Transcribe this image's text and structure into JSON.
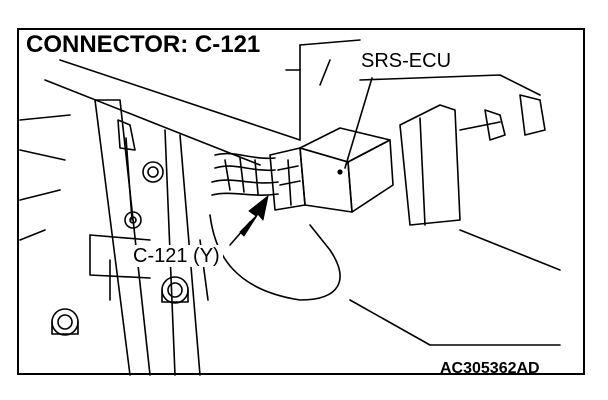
{
  "title": "CONNECTOR: C-121",
  "callouts": {
    "ecu": "SRS-ECU",
    "connector": "C-121 (Y)"
  },
  "figure_code": "AC305362AD",
  "colors": {
    "line": "#000000",
    "background": "#ffffff"
  }
}
